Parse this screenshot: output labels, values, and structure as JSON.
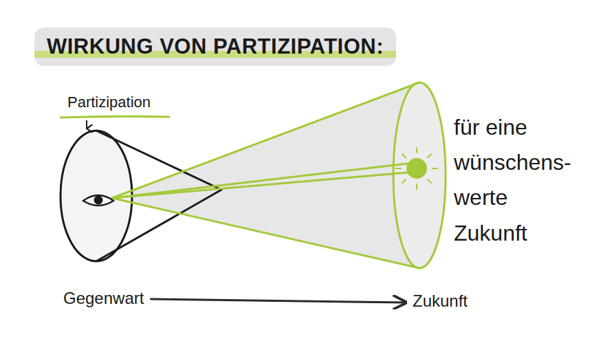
{
  "diagram": {
    "title": "WIRKUNG VON PARTIZIPATION:",
    "labels": [
      "Partizipation",
      "für eine wünschens- werte Zukunft",
      "Gegenwart",
      "Zukunft"
    ]
  }
}
